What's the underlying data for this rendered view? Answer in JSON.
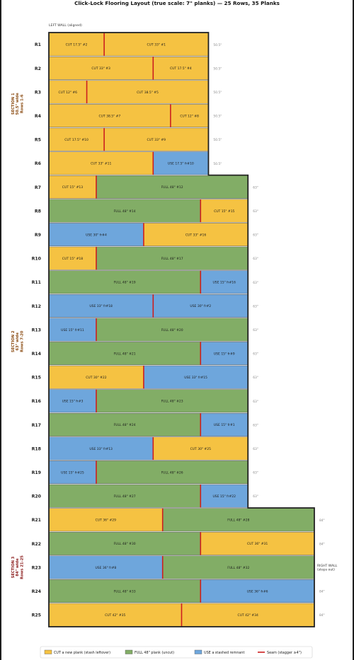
{
  "title": "Click-Lock Flooring Layout (true scale: 7\" planks)  —  25 Rows, 35 Planks",
  "left_wall_label": "LEFT WALL (aligned)",
  "right_wall_label": [
    "RIGHT WALL",
    "(steps out)"
  ],
  "colors": {
    "cut": "#f5c242",
    "full": "#82ad66",
    "use": "#6ea6dc",
    "seam": "#cc1f1f",
    "outline": "#222222"
  },
  "sections": [
    {
      "lines": [
        "SECTION 1",
        "50.5\" wide",
        "Rows 1-6"
      ],
      "rows": [
        1,
        6
      ]
    },
    {
      "lines": [
        "SECTION 2",
        "63\" wide",
        "Rows 7-20"
      ],
      "rows": [
        7,
        20
      ]
    },
    {
      "lines": [
        "SECTION 3",
        "84\" wide",
        "Rows 21-25"
      ],
      "rows": [
        21,
        25
      ]
    }
  ],
  "rows": [
    {
      "label": "R1",
      "width": 50.5,
      "width_label": "50.5\"",
      "planks": [
        {
          "type": "cut",
          "len": 17.5,
          "text": "CUT 17.5\"  #2"
        },
        {
          "type": "cut",
          "len": 33,
          "text": "CUT 33\"  #1"
        }
      ]
    },
    {
      "label": "R2",
      "width": 50.5,
      "width_label": "50.5\"",
      "planks": [
        {
          "type": "cut",
          "len": 33,
          "text": "CUT 33\"  #3"
        },
        {
          "type": "cut",
          "len": 17.5,
          "text": "CUT 17.5\"  #4"
        }
      ]
    },
    {
      "label": "R3",
      "width": 50.5,
      "width_label": "50.5\"",
      "planks": [
        {
          "type": "cut",
          "len": 12,
          "text": "CUT 12\"  #6"
        },
        {
          "type": "cut",
          "len": 38.5,
          "text": "CUT 38.5\"  #5"
        }
      ]
    },
    {
      "label": "R4",
      "width": 50.5,
      "width_label": "50.5\"",
      "planks": [
        {
          "type": "cut",
          "len": 38.5,
          "text": "CUT 38.5\"  #7"
        },
        {
          "type": "cut",
          "len": 12,
          "text": "CUT 12\"  #8"
        }
      ]
    },
    {
      "label": "R5",
      "width": 50.5,
      "width_label": "50.5\"",
      "planks": [
        {
          "type": "cut",
          "len": 17.5,
          "text": "CUT 17.5\"  #10"
        },
        {
          "type": "cut",
          "len": 33,
          "text": "CUT 33\"  #9"
        }
      ]
    },
    {
      "label": "R6",
      "width": 50.5,
      "width_label": "50.5\"",
      "planks": [
        {
          "type": "cut",
          "len": 33,
          "text": "CUT 33\"  #11"
        },
        {
          "type": "use",
          "len": 17.5,
          "text": "USE 17.5\" fr#10"
        }
      ]
    },
    {
      "label": "R7",
      "width": 63,
      "width_label": "63\"",
      "planks": [
        {
          "type": "cut",
          "len": 15,
          "text": "CUT 15\"  #13"
        },
        {
          "type": "full",
          "len": 48,
          "text": "FULL 48\"  #12"
        }
      ]
    },
    {
      "label": "R8",
      "width": 63,
      "width_label": "63\"",
      "planks": [
        {
          "type": "full",
          "len": 48,
          "text": "FULL 48\"  #14"
        },
        {
          "type": "cut",
          "len": 15,
          "text": "CUT 15\"  #15"
        }
      ]
    },
    {
      "label": "R9",
      "width": 63,
      "width_label": "63\"",
      "planks": [
        {
          "type": "use",
          "len": 30,
          "text": "USE 30\" fr#4"
        },
        {
          "type": "cut",
          "len": 33,
          "text": "CUT 33\"  #16"
        }
      ]
    },
    {
      "label": "R10",
      "width": 63,
      "width_label": "63\"",
      "planks": [
        {
          "type": "cut",
          "len": 15,
          "text": "CUT 15\"  #18"
        },
        {
          "type": "full",
          "len": 48,
          "text": "FULL 48\"  #17"
        }
      ]
    },
    {
      "label": "R11",
      "width": 63,
      "width_label": "63\"",
      "planks": [
        {
          "type": "full",
          "len": 48,
          "text": "FULL 48\"  #19"
        },
        {
          "type": "use",
          "len": 15,
          "text": "USE 15\" fr#16"
        }
      ]
    },
    {
      "label": "R12",
      "width": 63,
      "width_label": "63\"",
      "planks": [
        {
          "type": "use",
          "len": 33,
          "text": "USE 33\" fr#18"
        },
        {
          "type": "use",
          "len": 30,
          "text": "USE 30\" fr#2"
        }
      ]
    },
    {
      "label": "R13",
      "width": 63,
      "width_label": "63\"",
      "planks": [
        {
          "type": "use",
          "len": 15,
          "text": "USE 15\" fr#11"
        },
        {
          "type": "full",
          "len": 48,
          "text": "FULL 48\"  #20"
        }
      ]
    },
    {
      "label": "R14",
      "width": 63,
      "width_label": "63\"",
      "planks": [
        {
          "type": "full",
          "len": 48,
          "text": "FULL 48\"  #21"
        },
        {
          "type": "use",
          "len": 15,
          "text": "USE 15\" fr#9"
        }
      ]
    },
    {
      "label": "R15",
      "width": 63,
      "width_label": "63\"",
      "planks": [
        {
          "type": "cut",
          "len": 30,
          "text": "CUT 30\"  #22"
        },
        {
          "type": "use",
          "len": 33,
          "text": "USE 33\" fr#15"
        }
      ]
    },
    {
      "label": "R16",
      "width": 63,
      "width_label": "63\"",
      "planks": [
        {
          "type": "use",
          "len": 15,
          "text": "USE 15\" fr#3"
        },
        {
          "type": "full",
          "len": 48,
          "text": "FULL 48\"  #23"
        }
      ]
    },
    {
      "label": "R17",
      "width": 63,
      "width_label": "63\"",
      "planks": [
        {
          "type": "full",
          "len": 48,
          "text": "FULL 48\"  #24"
        },
        {
          "type": "use",
          "len": 15,
          "text": "USE 15\" fr#1"
        }
      ]
    },
    {
      "label": "R18",
      "width": 63,
      "width_label": "63\"",
      "planks": [
        {
          "type": "use",
          "len": 33,
          "text": "USE 33\" fr#13"
        },
        {
          "type": "cut",
          "len": 30,
          "text": "CUT 30\"  #25"
        }
      ]
    },
    {
      "label": "R19",
      "width": 63,
      "width_label": "63\"",
      "planks": [
        {
          "type": "use",
          "len": 15,
          "text": "USE 15\" fr#25"
        },
        {
          "type": "full",
          "len": 48,
          "text": "FULL 48\"  #26"
        }
      ]
    },
    {
      "label": "R20",
      "width": 63,
      "width_label": "63\"",
      "planks": [
        {
          "type": "full",
          "len": 48,
          "text": "FULL 48\"  #27"
        },
        {
          "type": "use",
          "len": 15,
          "text": "USE 15\" fr#22"
        }
      ]
    },
    {
      "label": "R21",
      "width": 84,
      "width_label": "84\"",
      "planks": [
        {
          "type": "cut",
          "len": 36,
          "text": "CUT 36\"  #29"
        },
        {
          "type": "full",
          "len": 48,
          "text": "FULL 48\"  #28"
        }
      ]
    },
    {
      "label": "R22",
      "width": 84,
      "width_label": "84\"",
      "planks": [
        {
          "type": "full",
          "len": 48,
          "text": "FULL 48\"  #30"
        },
        {
          "type": "cut",
          "len": 36,
          "text": "CUT 36\"  #31"
        }
      ]
    },
    {
      "label": "R23",
      "width": 84,
      "width_label": "",
      "planks": [
        {
          "type": "use",
          "len": 36,
          "text": "USE 36\" fr#8"
        },
        {
          "type": "full",
          "len": 48,
          "text": "FULL 48\"  #32"
        }
      ]
    },
    {
      "label": "R24",
      "width": 84,
      "width_label": "84\"",
      "planks": [
        {
          "type": "full",
          "len": 48,
          "text": "FULL 48\"  #33"
        },
        {
          "type": "use",
          "len": 36,
          "text": "USE 36\" fr#6"
        }
      ]
    },
    {
      "label": "R25",
      "width": 84,
      "width_label": "84\"",
      "planks": [
        {
          "type": "cut",
          "len": 42,
          "text": "CUT 42\"  #35"
        },
        {
          "type": "cut",
          "len": 42,
          "text": "CUT 42\"  #34"
        }
      ]
    }
  ],
  "legend": [
    {
      "type": "cut",
      "label": "CUT a new plank (stash leftover)"
    },
    {
      "type": "full",
      "label": "FULL 48\" plank (uncut)"
    },
    {
      "type": "use",
      "label": "USE a stashed remnant"
    },
    {
      "type": "seam",
      "label": "Seam (stagger ≥4\")"
    }
  ]
}
